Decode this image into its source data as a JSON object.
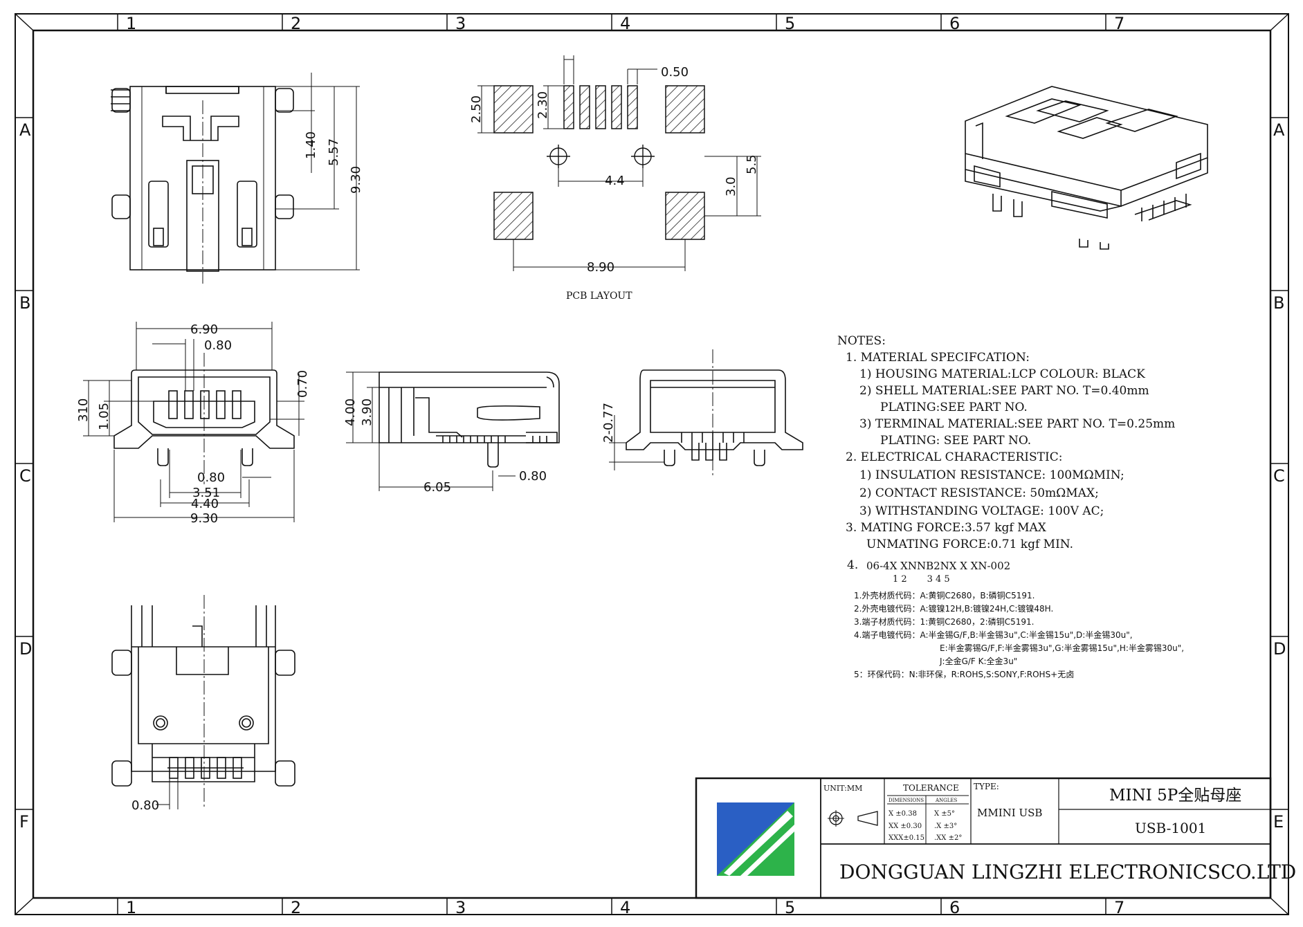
{
  "frame": {
    "col_labels": [
      "1",
      "2",
      "3",
      "4",
      "5",
      "6",
      "7"
    ],
    "row_labels": [
      "A",
      "B",
      "C",
      "D",
      "E",
      "F"
    ]
  },
  "top_view_dims": {
    "d1": "1.40",
    "d2": "5.57",
    "d3": "9.30"
  },
  "pcb_layout": {
    "title": "PCB LAYOUT",
    "pitch": "0.50",
    "pad_h1": "2.50",
    "pad_h2": "2.30",
    "hole_gap": "4.4",
    "v_gap": "3.0",
    "v_total": "5.5",
    "width": "8.90"
  },
  "front_view_dims": {
    "w_top": "6.90",
    "w_inner": "0.80",
    "h_right": "0.70",
    "h_left1": "310",
    "h_left2": "1.05",
    "pitch": "0.80",
    "w1": "3.51",
    "w2": "4.40",
    "w3": "9.30"
  },
  "side_view_dims": {
    "h1": "4.00",
    "h2": "3.90",
    "len": "6.05",
    "tail": "0.80"
  },
  "rear_view_dims": {
    "h": "2-0.77"
  },
  "bottom_view_dims": {
    "pitch": "0.80"
  },
  "notes": {
    "title": "NOTES:",
    "lines": [
      "1. MATERIAL SPECIFCATION:",
      "1) HOUSING MATERIAL:LCP   COLOUR: BLACK",
      "2) SHELL MATERIAL:SEE PART NO.  T=0.40mm",
      "PLATING:SEE PART NO.",
      "3) TERMINAL MATERIAL:SEE PART NO.  T=0.25mm",
      "PLATING: SEE PART NO.",
      "2. ELECTRICAL CHARACTERISTIC:",
      "1) INSULATION RESISTANCE: 100MΩMIN;",
      "2) CONTACT RESISTANCE: 50mΩMAX;",
      "3) WITHSTANDING VOLTAGE: 100V AC;",
      "3. MATING FORCE:3.57 kgf MAX",
      "UNMATING FORCE:0.71 kgf MIN."
    ],
    "code_label": "4.",
    "code": "06-4X XNNB2NX X XN-002",
    "code_index": "1 2       3 4 5",
    "codes_cn": [
      "1.外壳材质代码：A:黄铜C2680，B:磷铜C5191.",
      "2.外壳电镀代码：A:镀镍12H,B:镀镍24H,C:镀镍48H.",
      "3.端子材质代码：1:黄铜C2680，2:磷铜C5191.",
      "4.端子电镀代码：A:半金锡G/F,B:半金锡3u\",C:半金锡15u\",D:半金锡30u\",",
      "E:半金雾锡G/F,F:半金雾锡3u\",G:半金雾锡15u\",H:半金雾锡30u\",",
      "J:全金G/F  K:全金3u\"",
      "5：环保代码：N:非环保，R:ROHS,S:SONY,F:ROHS+无卤"
    ]
  },
  "title_block": {
    "unit": "UNIT:MM",
    "tolerance": "TOLERANCE",
    "dimensions_hdr": "DIMENSIONS",
    "angles_hdr": "ANGLES",
    "tol_rows": [
      [
        "X  ±0.38",
        "X   ±5°"
      ],
      [
        "XX ±0.30",
        ".X  ±3°"
      ],
      [
        "XXX±0.15",
        ".XX ±2°"
      ]
    ],
    "type_label": "TYPE:",
    "type_value": "MMINI USB",
    "product_name": "MINI 5P全贴母座",
    "part_no": "USB-1001",
    "company": "DONGGUAN LINGZHI ELECTRONICSCO.LTD",
    "logo_color_top": "#2a5fc4",
    "logo_color_bottom": "#2db34a"
  }
}
